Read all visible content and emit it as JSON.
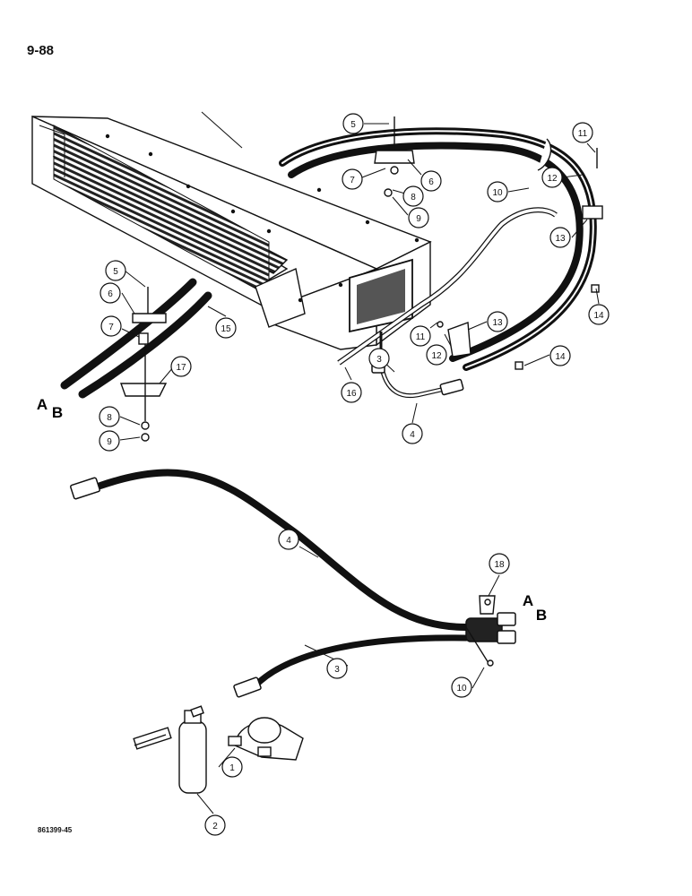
{
  "page_number": "9-88",
  "doc_code": "861399-45",
  "callouts": [
    "1",
    "2",
    "3",
    "3",
    "4",
    "4",
    "5",
    "5",
    "6",
    "6",
    "7",
    "7",
    "8",
    "8",
    "9",
    "9",
    "10",
    "10",
    "11",
    "11",
    "12",
    "12",
    "13",
    "13",
    "14",
    "14",
    "15",
    "16",
    "17",
    "18"
  ],
  "connectors": [
    "A",
    "B",
    "A",
    "B"
  ],
  "colors": {
    "ink": "#111111",
    "paper": "#ffffff"
  }
}
